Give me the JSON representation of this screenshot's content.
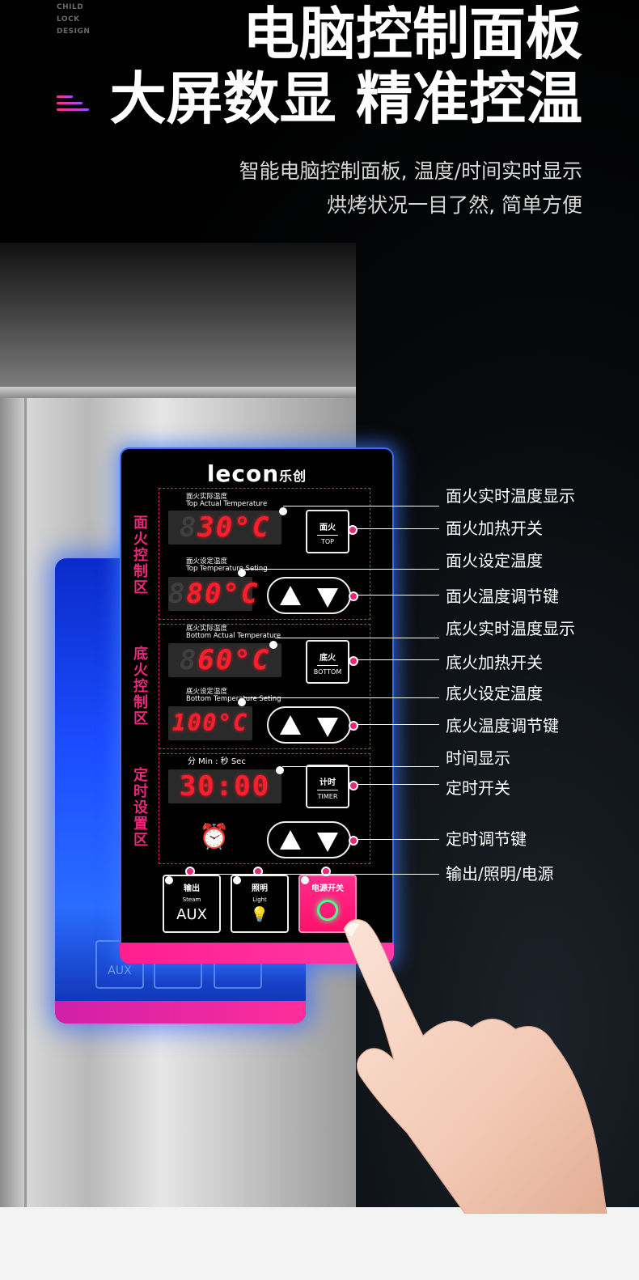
{
  "brand_tag": [
    "CHILD",
    "LOCK",
    "DESIGN"
  ],
  "headline": {
    "line1": "电脑控制面板",
    "line2": "大屏数显 精准控温"
  },
  "subtext": {
    "line1": "智能电脑控制面板, 温度/时间实时显示",
    "line2": "烘烤状况一目了然, 简单方便"
  },
  "panel": {
    "logo": "lecon",
    "logo_cn": "乐创",
    "zones": [
      {
        "label": "面火控制区"
      },
      {
        "label": "底火控制区"
      },
      {
        "label": "定时设置区"
      }
    ],
    "top_actual_label_cn": "面火实际温度",
    "top_actual_label_en": "Top Actual Temperature",
    "top_actual_value": "30°C",
    "top_set_label_cn": "面火设定温度",
    "top_set_label_en": "Top Temperature Seting",
    "top_set_value": "80°C",
    "top_key_cn": "面火",
    "top_key_en": "TOP",
    "bottom_actual_label_cn": "底火实际温度",
    "bottom_actual_label_en": "Bottom Actual Temperature",
    "bottom_actual_value": "60°C",
    "bottom_set_label_cn": "底火设定温度",
    "bottom_set_label_en": "Bottom Temperature Seting",
    "bottom_set_value": "100°C",
    "bottom_key_cn": "底火",
    "bottom_key_en": "BOTTOM",
    "time_label": "分 Min  :  秒 Sec",
    "time_value": "30:00",
    "timer_key_cn": "计时",
    "timer_key_en": "TIMER",
    "aux_title": "输出",
    "aux_sub": "Steam",
    "aux_big": "AUX",
    "light_title": "照明",
    "light_sub": "Light",
    "power_title": "电源开关"
  },
  "callouts": [
    "面火实时温度显示",
    "面火加热开关",
    "面火设定温度",
    "面火温度调节键",
    "底火实时温度显示",
    "底火加热开关",
    "底火设定温度",
    "底火温度调节键",
    "时间显示",
    "定时开关",
    "定时调节键",
    "输出/照明/电源"
  ],
  "ghost_panel": {
    "aux": "AUX"
  },
  "colors": {
    "accent_pink": "#e8287a",
    "lcd_red": "#ff1f2c",
    "panel_glow": "#3a6cff"
  }
}
